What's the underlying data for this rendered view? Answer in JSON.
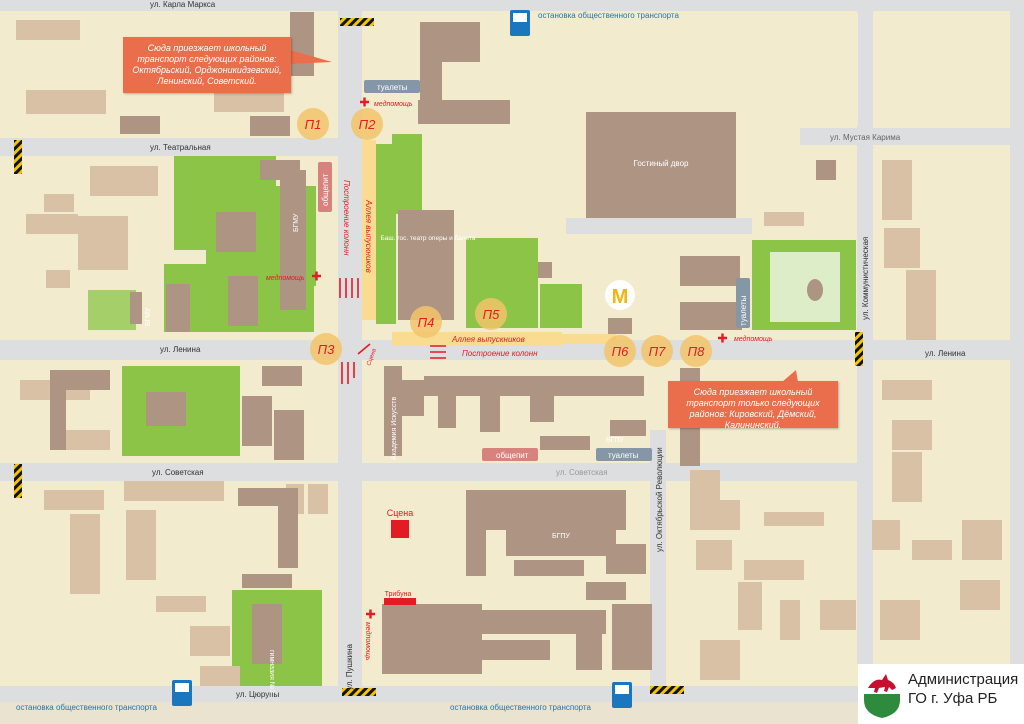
{
  "streets": {
    "karla_marksa": "ул. Карла Маркса",
    "teatralnaya": "ул. Театральная",
    "lenina_left": "ул. Ленина",
    "lenina_right": "ул. Ленина",
    "sovetskaya_left": "ул. Советская",
    "sovetskaya_mid": "ул. Советская",
    "tsyurupy": "ул. Цюрупы",
    "pushkina": "ул. Пушкина",
    "oktyabrskoy": "ул. Октябрьской Революции",
    "kommunisticheskaya": "ул. Коммунистическая",
    "mustaya_karima": "ул. Мустая Карима"
  },
  "transit_stops": {
    "top": "остановка общественного транспорта",
    "bottom_left": "остановка общественного транспорта",
    "bottom_mid": "остановка общественного транспорта"
  },
  "callouts": {
    "top_left": "Сюда приезжает школьный транспорт следующих районов: Октябрьский, Орджоникидзевский, Ленинский, Советский.",
    "right": "Сюда приезжает школьный транспорт только следующих районов: Кировский, Дёмский, Калининский."
  },
  "points": [
    "П1",
    "П2",
    "П3",
    "П4",
    "П5",
    "П6",
    "П7",
    "П8"
  ],
  "places": {
    "gostiny_dvor": "Гостиный двор",
    "theatre": "Баш. гос. театр оперы и балета",
    "alley_vertical": "Аллея выпускников",
    "alley_horizontal": "Аллея выпускников",
    "columns_vertical": "Построение колонн",
    "columns_horizontal": "Построение колонн",
    "bgu_top": "БГМУ",
    "bgmu": "БГМУ",
    "akademiya": "Академия Искусств",
    "bgpu_1": "БГПУ",
    "bgpu_2": "БГПУ",
    "gimnaziya": "гимназия №3",
    "scene_top": "Сцена",
    "scene_main": "Сцена",
    "tribuna": "Трибуна",
    "mcdonalds": "M"
  },
  "amenities": {
    "toilets_top": "туалеты",
    "toilets_mid": "туалеты",
    "toilets_right": "туалеты",
    "medpomosh_1": "медпомощь",
    "medpomosh_2": "медпомощь",
    "medpomosh_3": "медпомощь",
    "medpomosh_4": "медпомощь",
    "obshchepit_1": "общепит",
    "obshchepit_2": "общепит"
  },
  "logo": {
    "line1": "Администрация",
    "line2": "ГО г. Уфа РБ"
  },
  "colors": {
    "background": "#f3ebcd",
    "road": "#dcdedf",
    "building": "#ad9483",
    "building_light": "#d9c1a6",
    "park": "#8cc447",
    "point": "#f2c46a",
    "alley": "#f9dc92",
    "callout": "#ea6e4c",
    "accent_red": "#e21b24",
    "bus_stop": "#1a76bd"
  }
}
